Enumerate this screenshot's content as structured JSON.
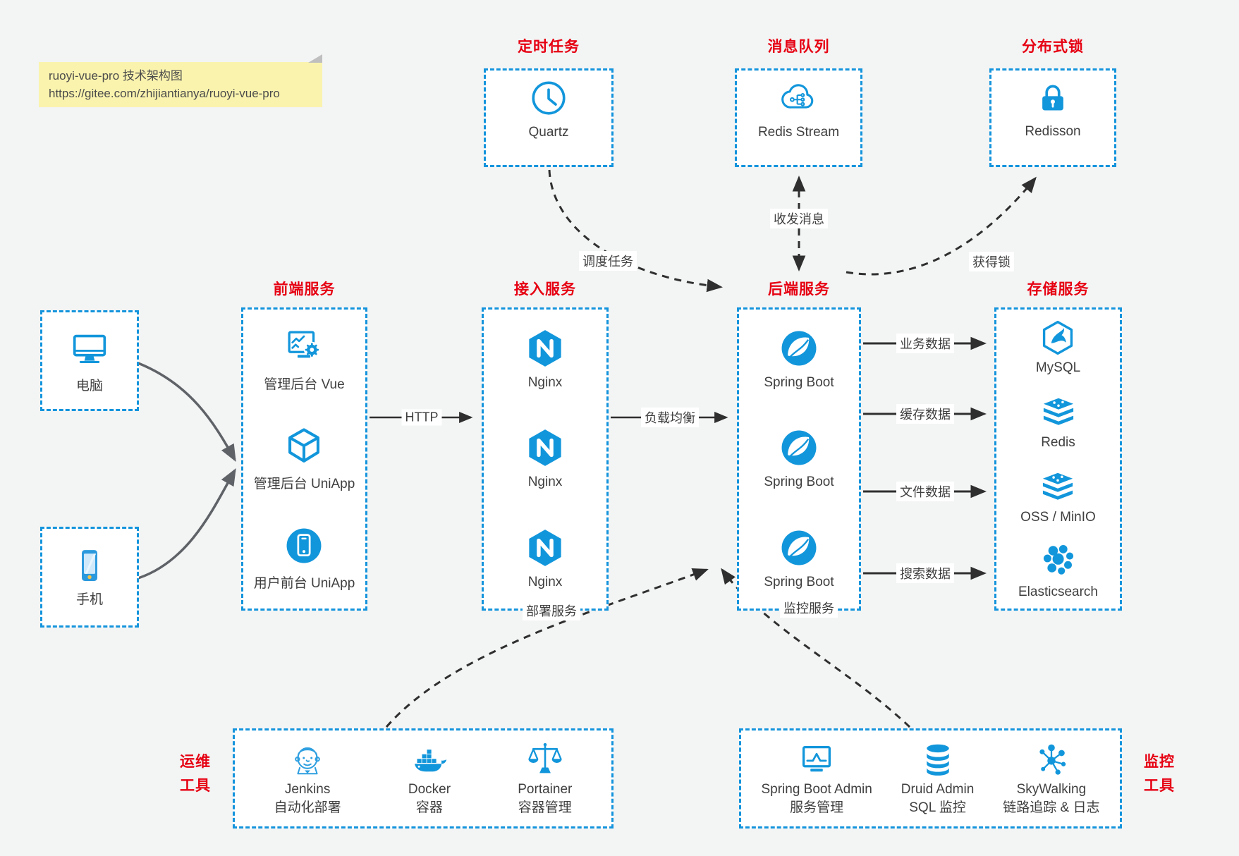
{
  "note": {
    "title": "ruoyi-vue-pro 技术架构图",
    "url": "https://gitee.com/zhijiantianya/ruoyi-vue-pro"
  },
  "top_services": [
    {
      "title": "定时任务",
      "icon": "clock-icon",
      "label": "Quartz"
    },
    {
      "title": "消息队列",
      "icon": "cloud-stream-icon",
      "label": "Redis Stream"
    },
    {
      "title": "分布式锁",
      "icon": "lock-icon",
      "label": "Redisson"
    }
  ],
  "clients": [
    {
      "icon": "desktop-icon",
      "label": "电脑"
    },
    {
      "icon": "smartphone-icon",
      "label": "手机"
    }
  ],
  "columns": {
    "frontend": {
      "title": "前端服务",
      "items": [
        {
          "icon": "admin-vue-icon",
          "label": "管理后台 Vue"
        },
        {
          "icon": "uniapp-cube-icon",
          "label": "管理后台 UniApp"
        },
        {
          "icon": "user-app-icon",
          "label": "用户前台 UniApp"
        }
      ]
    },
    "access": {
      "title": "接入服务",
      "items": [
        {
          "icon": "nginx-icon",
          "label": "Nginx"
        },
        {
          "icon": "nginx-icon",
          "label": "Nginx"
        },
        {
          "icon": "nginx-icon",
          "label": "Nginx"
        }
      ]
    },
    "backend": {
      "title": "后端服务",
      "items": [
        {
          "icon": "spring-boot-icon",
          "label": "Spring Boot"
        },
        {
          "icon": "spring-boot-icon",
          "label": "Spring Boot"
        },
        {
          "icon": "spring-boot-icon",
          "label": "Spring Boot"
        }
      ]
    },
    "storage": {
      "title": "存储服务",
      "items": [
        {
          "icon": "mysql-icon",
          "label": "MySQL"
        },
        {
          "icon": "redis-icon",
          "label": "Redis"
        },
        {
          "icon": "oss-minio-icon",
          "label": "OSS / MinIO"
        },
        {
          "icon": "elasticsearch-icon",
          "label": "Elasticsearch"
        }
      ]
    }
  },
  "bottom_groups": {
    "ops": {
      "side_label": [
        "运维",
        "工具"
      ],
      "items": [
        {
          "icon": "jenkins-icon",
          "name": "Jenkins",
          "desc": "自动化部署"
        },
        {
          "icon": "docker-icon",
          "name": "Docker",
          "desc": "容器"
        },
        {
          "icon": "portainer-icon",
          "name": "Portainer",
          "desc": "容器管理"
        }
      ]
    },
    "monitoring": {
      "side_label": [
        "监控",
        "工具"
      ],
      "items": [
        {
          "icon": "spring-boot-admin-icon",
          "name": "Spring Boot Admin",
          "desc": "服务管理"
        },
        {
          "icon": "druid-icon",
          "name": "Druid Admin",
          "desc": "SQL 监控"
        },
        {
          "icon": "skywalking-icon",
          "name": "SkyWalking",
          "desc": "链路追踪 & 日志"
        }
      ]
    }
  },
  "edge_labels": {
    "http": "HTTP",
    "load_balance": "负载均衡",
    "schedule": "调度任务",
    "messaging": "收发消息",
    "lock": "获得锁",
    "business": "业务数据",
    "cache": "缓存数据",
    "file": "文件数据",
    "search": "搜索数据",
    "deploy": "部署服务",
    "monitor": "监控服务"
  },
  "colors": {
    "accent_blue": "#1296db",
    "title_red": "#e60012",
    "note_bg": "#faf3ae",
    "text": "#3f3f3f",
    "canvas_bg": "#f3f4f4",
    "arrow_dark": "#2f2f2f",
    "arrow_gray": "#5f6368"
  }
}
